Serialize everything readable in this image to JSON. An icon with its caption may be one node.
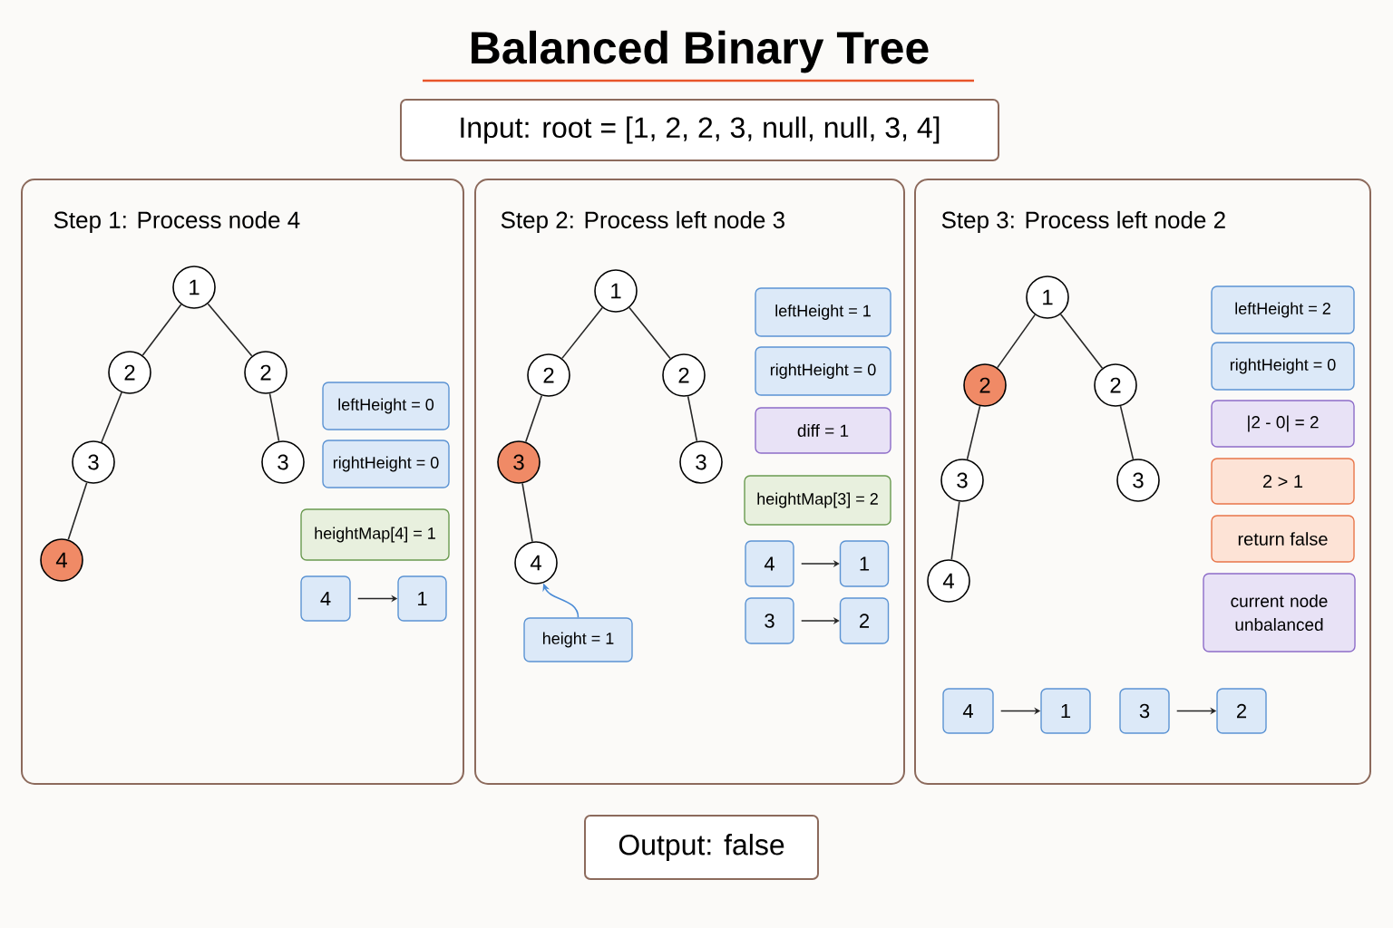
{
  "diagram": {
    "title": "Balanced Binary Tree",
    "nodes": [
      {
        "text": [
          "Input: root = [1, 2, 2, 3, null, null, 3, 4]"
        ]
      },
      {
        "text": [
          "Step 1: Process node 4"
        ]
      },
      {
        "text": [
          "1"
        ],
        "in": 1
      },
      {
        "text": [
          "2"
        ],
        "in": 1
      },
      {
        "text": [
          "2"
        ],
        "in": 1
      },
      {
        "text": [
          "3"
        ],
        "in": 1
      },
      {
        "text": [
          "3"
        ],
        "in": 1
      },
      {
        "text": [
          "4"
        ],
        "in": 1
      },
      {
        "text": [
          "leftHeight = 0"
        ],
        "in": 1
      },
      {
        "text": [
          "rightHeight = 0"
        ],
        "in": 1
      },
      {
        "text": [
          "heightMap[4] = 1"
        ],
        "in": 1
      },
      {
        "text": [
          "4"
        ],
        "in": 1
      },
      {
        "text": [
          "1"
        ],
        "in": 1
      },
      {
        "text": [
          "Step 2: Process left node 3"
        ]
      },
      {
        "text": [
          "1"
        ],
        "in": 13
      },
      {
        "text": [
          "2"
        ],
        "in": 13
      },
      {
        "text": [
          "2"
        ],
        "in": 13
      },
      {
        "text": [
          "3"
        ],
        "in": 13
      },
      {
        "text": [
          "3"
        ],
        "in": 13
      },
      {
        "text": [
          "4"
        ],
        "in": 13
      },
      {
        "text": [
          "height = 1"
        ],
        "in": 13
      },
      {
        "text": [
          "leftHeight = 1"
        ],
        "in": 13
      },
      {
        "text": [
          "rightHeight = 0"
        ],
        "in": 13
      },
      {
        "text": [
          "diff = 1"
        ],
        "in": 13
      },
      {
        "text": [
          "heightMap[3] = 2"
        ],
        "in": 13
      },
      {
        "text": [
          "4"
        ],
        "in": 13
      },
      {
        "text": [
          "1"
        ],
        "in": 13
      },
      {
        "text": [
          "3"
        ],
        "in": 13
      },
      {
        "text": [
          "2"
        ],
        "in": 13
      },
      {
        "text": [
          "Step 3: Process left node 2"
        ]
      },
      {
        "text": [
          "1"
        ],
        "in": 29
      },
      {
        "text": [
          "2"
        ],
        "in": 29
      },
      {
        "text": [
          "2"
        ],
        "in": 29
      },
      {
        "text": [
          "3"
        ],
        "in": 29
      },
      {
        "text": [
          "3"
        ],
        "in": 29
      },
      {
        "text": [
          "4"
        ],
        "in": 29
      },
      {
        "text": [
          "leftHeight = 2"
        ],
        "in": 29
      },
      {
        "text": [
          "rightHeight = 0"
        ],
        "in": 29
      },
      {
        "text": [
          "|2 - 0| = 2"
        ],
        "in": 29
      },
      {
        "text": [
          "2 > 1"
        ],
        "in": 29
      },
      {
        "text": [
          "return false"
        ],
        "in": 29
      },
      {
        "text": [
          "current node unbalanced"
        ],
        "in": 29
      },
      {
        "text": [
          "4"
        ],
        "in": 29
      },
      {
        "text": [
          "1"
        ],
        "in": 29
      },
      {
        "text": [
          "3"
        ],
        "in": 29
      },
      {
        "text": [
          "2"
        ],
        "in": 29
      },
      {
        "text": [
          "Output: false"
        ]
      }
    ],
    "edges": [
      {
        "from": 2,
        "to": 3,
        "arrow": "none"
      },
      {
        "from": 2,
        "to": 4,
        "arrow": "none"
      },
      {
        "from": 3,
        "to": 5,
        "arrow": "none"
      },
      {
        "from": 4,
        "to": 6,
        "arrow": "none"
      },
      {
        "from": 5,
        "to": 7,
        "arrow": "none"
      },
      {
        "from": 11,
        "to": 12,
        "arrow": "to"
      },
      {
        "from": 14,
        "to": 15,
        "arrow": "none"
      },
      {
        "from": 14,
        "to": 16,
        "arrow": "none"
      },
      {
        "from": 15,
        "to": 17,
        "arrow": "none"
      },
      {
        "from": 16,
        "to": 18,
        "arrow": "none"
      },
      {
        "from": 17,
        "to": 19,
        "arrow": "none"
      },
      {
        "from": 20,
        "to": 19,
        "arrow": "to",
        "color": "#4a8bd6"
      },
      {
        "from": 25,
        "to": 26,
        "arrow": "to"
      },
      {
        "from": 27,
        "to": 28,
        "arrow": "to"
      },
      {
        "from": 30,
        "to": 31,
        "arrow": "none"
      },
      {
        "from": 30,
        "to": 32,
        "arrow": "none"
      },
      {
        "from": 31,
        "to": 33,
        "arrow": "none"
      },
      {
        "from": 32,
        "to": 34,
        "arrow": "none"
      },
      {
        "from": 33,
        "to": 35,
        "arrow": "none"
      },
      {
        "from": 42,
        "to": 43,
        "arrow": "to"
      },
      {
        "from": 44,
        "to": 45,
        "arrow": "to"
      }
    ]
  }
}
